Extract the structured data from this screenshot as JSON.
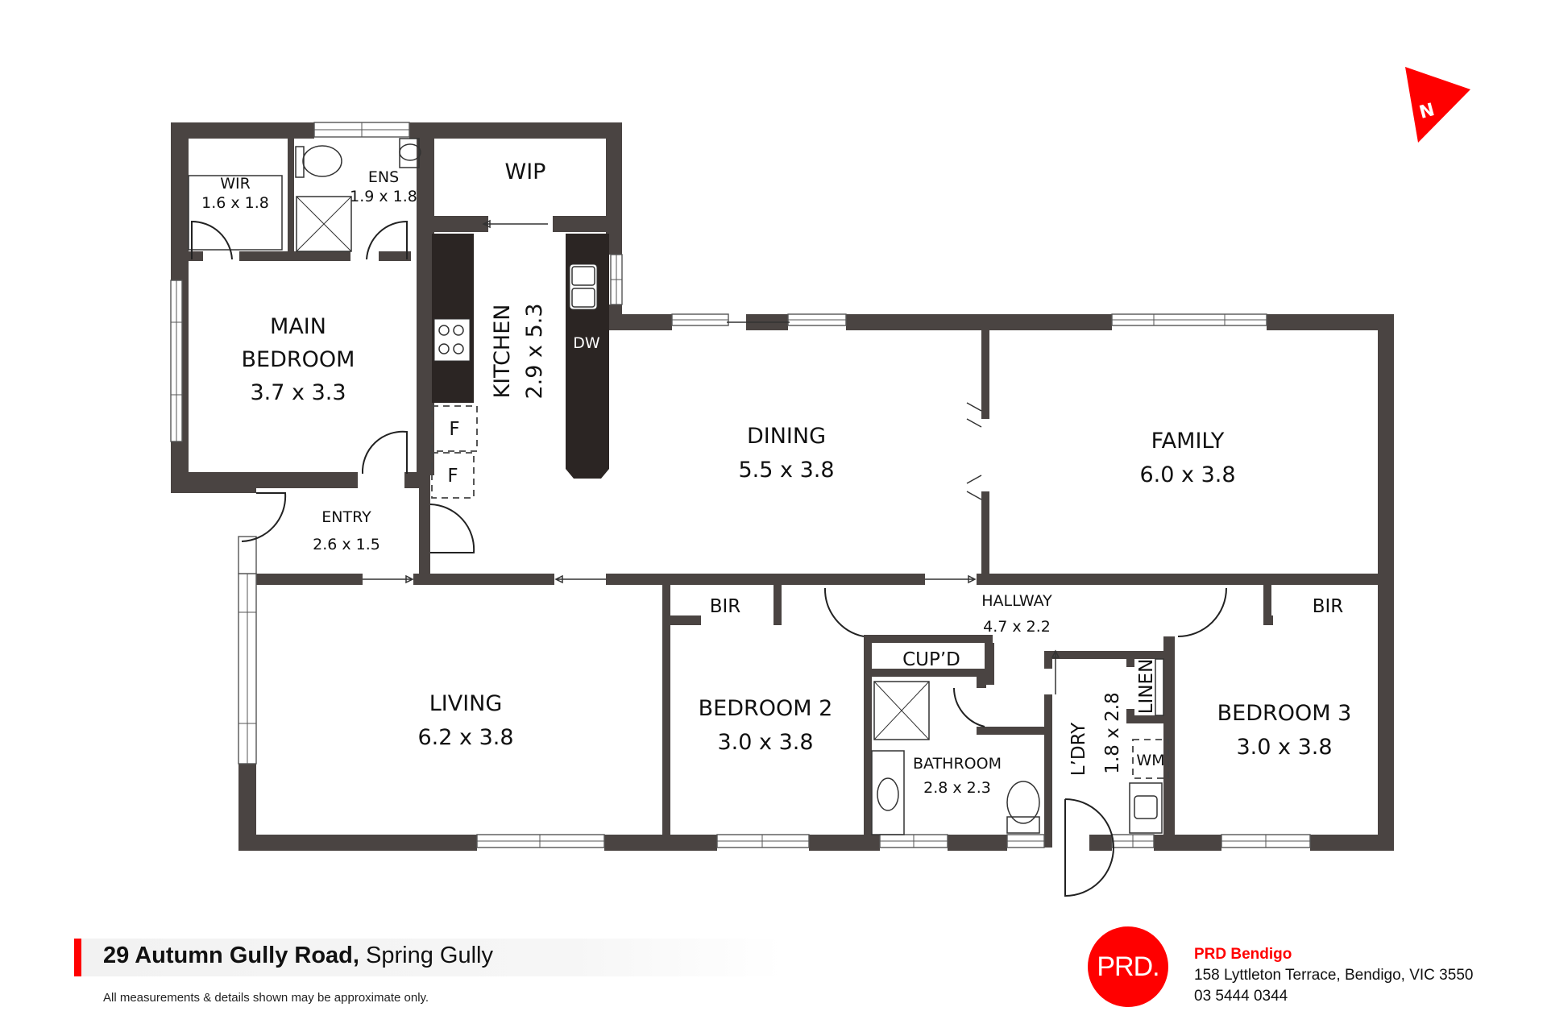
{
  "compass": {
    "label": "N",
    "color": "#ff0000"
  },
  "rooms": {
    "wir": {
      "name": "WIR",
      "size": "1.6 x 1.8"
    },
    "ens": {
      "name": "ENS",
      "size": "1.9 x 1.8"
    },
    "wip": {
      "name": "WIP"
    },
    "main_bedroom": {
      "name_line1": "MAIN",
      "name_line2": "BEDROOM",
      "size": "3.7 x 3.3"
    },
    "kitchen": {
      "name": "KITCHEN",
      "size": "2.9 x 5.3",
      "dw": "DW",
      "fridge1": "F",
      "fridge2": "F"
    },
    "dining": {
      "name": "DINING",
      "size": "5.5 x 3.8"
    },
    "family": {
      "name": "FAMILY",
      "size": "6.0 x 3.8"
    },
    "entry": {
      "name": "ENTRY",
      "size": "2.6 x 1.5"
    },
    "living": {
      "name": "LIVING",
      "size": "6.2 x 3.8"
    },
    "bir1": {
      "name": "BIR"
    },
    "bedroom2": {
      "name": "BEDROOM 2",
      "size": "3.0 x 3.8"
    },
    "hallway": {
      "name": "HALLWAY",
      "size": "4.7 x 2.2"
    },
    "cupd": {
      "name": "CUP’D"
    },
    "bathroom": {
      "name": "BATHROOM",
      "size": "2.8 x 2.3"
    },
    "laundry": {
      "name": "L’DRY",
      "size": "1.8 x 2.8",
      "wm": "WM"
    },
    "linen": {
      "name": "LINEN"
    },
    "bir2": {
      "name": "BIR"
    },
    "bedroom3": {
      "name": "BEDROOM 3",
      "size": "3.0 x 3.8"
    }
  },
  "footer": {
    "address_bold": "29 Autumn Gully Road,",
    "address_suburb": " Spring Gully",
    "disclaimer": "All measurements & details shown may be approximate only.",
    "accent_color": "#ff0000"
  },
  "agency": {
    "logo_text": "PRD.",
    "name": "PRD Bendigo",
    "address": "158 Lyttleton Terrace, Bendigo, VIC 3550",
    "phone": "03 5444 0344"
  }
}
